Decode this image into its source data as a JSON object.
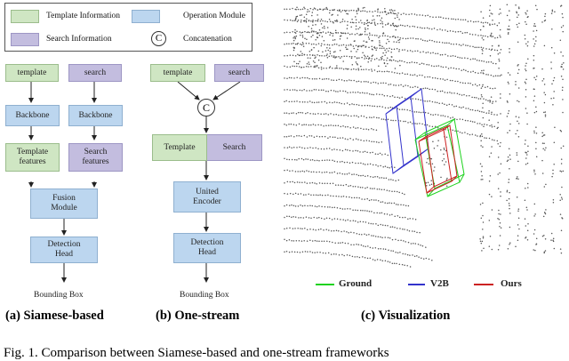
{
  "legend": {
    "template_info": "Template Information",
    "operation_module": "Operation Module",
    "search_info": "Search Information",
    "concat_symbol": "C",
    "concatenation": "Concatenation"
  },
  "colors": {
    "template": "#cfe6c3",
    "operation": "#bcd6ef",
    "search": "#c3bddf",
    "ground": "#1fd21f",
    "v2b": "#3333cc",
    "ours": "#cc2222"
  },
  "siamese": {
    "template": "template",
    "search": "search",
    "backbone_left": "Backbone",
    "backbone_right": "Backbone",
    "template_features": [
      "Template",
      "features"
    ],
    "search_features": [
      "Search",
      "features"
    ],
    "fusion": [
      "Fusion",
      "Module"
    ],
    "detection": [
      "Detection",
      "Head"
    ],
    "bounding_box": "Bounding Box",
    "caption": "(a) Siamese-based"
  },
  "onestream": {
    "template": "template",
    "search": "search",
    "concat_symbol": "C",
    "template_token": "Template",
    "search_token": "Search",
    "encoder": [
      "United",
      "Encoder"
    ],
    "detection": [
      "Detection",
      "Head"
    ],
    "bounding_box": "Bounding Box",
    "caption": "(b) One-stream"
  },
  "visualization": {
    "legend_ground": "Ground",
    "legend_v2b": "V2B",
    "legend_ours": "Ours",
    "caption": "(c) Visualization"
  },
  "figure_caption": "Fig. 1.  Comparison between Siamese-based and one-stream frameworks"
}
